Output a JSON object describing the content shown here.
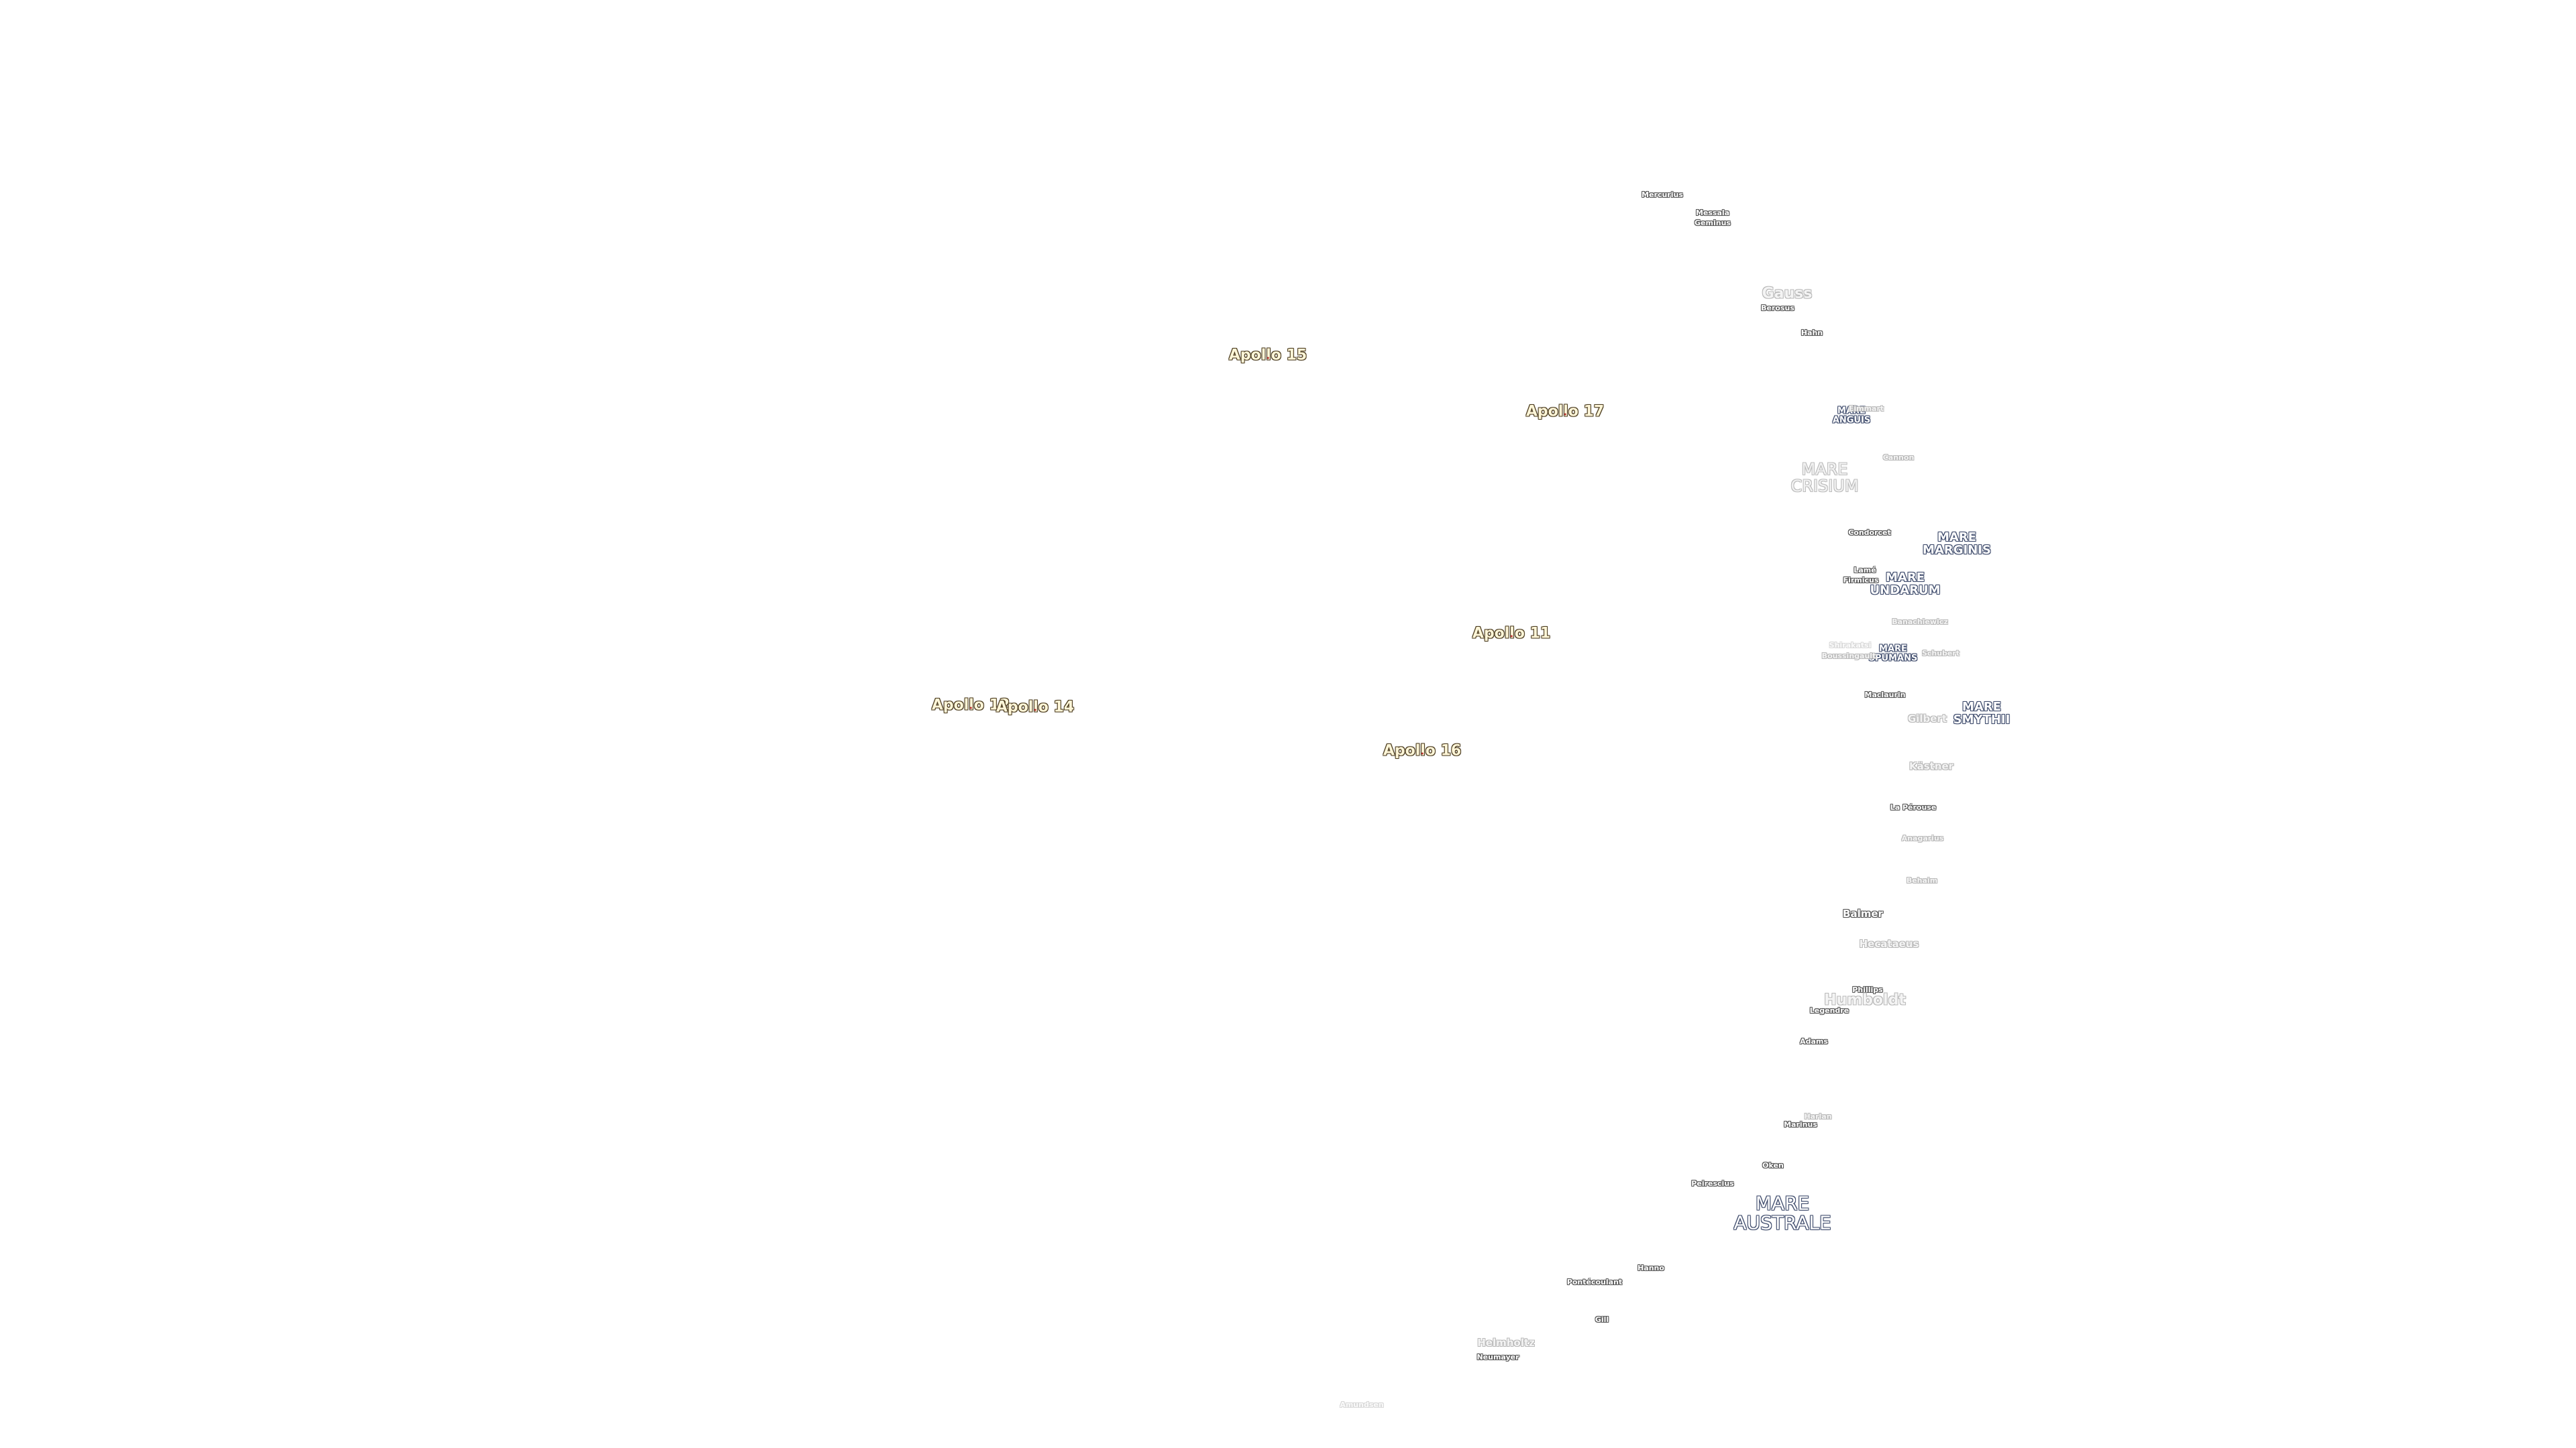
{
  "apollo": {
    "a15": "Apollo 15",
    "a17": "Apollo 17",
    "a11": "Apollo 11",
    "a12": "Apollo 12",
    "a14": "Apollo 14",
    "a16": "Apollo 16"
  },
  "maria": {
    "crisium": "MARE\nCRISIUM",
    "anguis": "MARE\nANGUIS",
    "marginis": "MARE\nMARGINIS",
    "undarum": "MARE\nUNDARUM",
    "spumans": "MARE\nSPUMANS",
    "smythii": "MARE\nSMYTHII",
    "australe": "MARE\nAUSTRALE"
  },
  "craters": {
    "mercurius": "Mercurius",
    "messala": "Messala",
    "geminus": "Geminus",
    "gauss": "Gauss",
    "berosus": "Berosus",
    "hahn": "Hahn",
    "eimmart": "Eimmart",
    "cannon": "Cannon",
    "condorcet": "Condorcet",
    "lamé": "Lamé",
    "firmicus": "Firmicus",
    "banachiewicz": "Banachiewicz",
    "shirakatsi": "Shirakatsi",
    "boussingault": "Boussingault",
    "schubert": "Schubert",
    "maclaurin": "Maclaurin",
    "gilbert": "Gilbert",
    "kastner": "Kästner",
    "la_perouse": "La Pérouse",
    "anagarius": "Anagarius",
    "behaim": "Behaim",
    "balmer": "Balmer",
    "hecataeus": "Hecataeus",
    "phillips": "Phillips",
    "humboldt": "Humboldt",
    "legendre": "Legendre",
    "adams": "Adams",
    "harlan": "Harlan",
    "marinus": "Marinus",
    "oken": "Oken",
    "peirescius": "Peirescius",
    "hanno": "Hanno",
    "pontecoulant": "Pontécoulant",
    "gill": "Gill",
    "helmholtz": "Helmholtz",
    "neumayer": "Neumayer",
    "amundsen": "Amundsen"
  },
  "colors": {
    "background": "#ffffff",
    "crater_outline": "#555555",
    "mare_outline": "#3d4a6b",
    "apollo_text": "#fff6d8",
    "apollo_outline": "#4a3b1e"
  }
}
